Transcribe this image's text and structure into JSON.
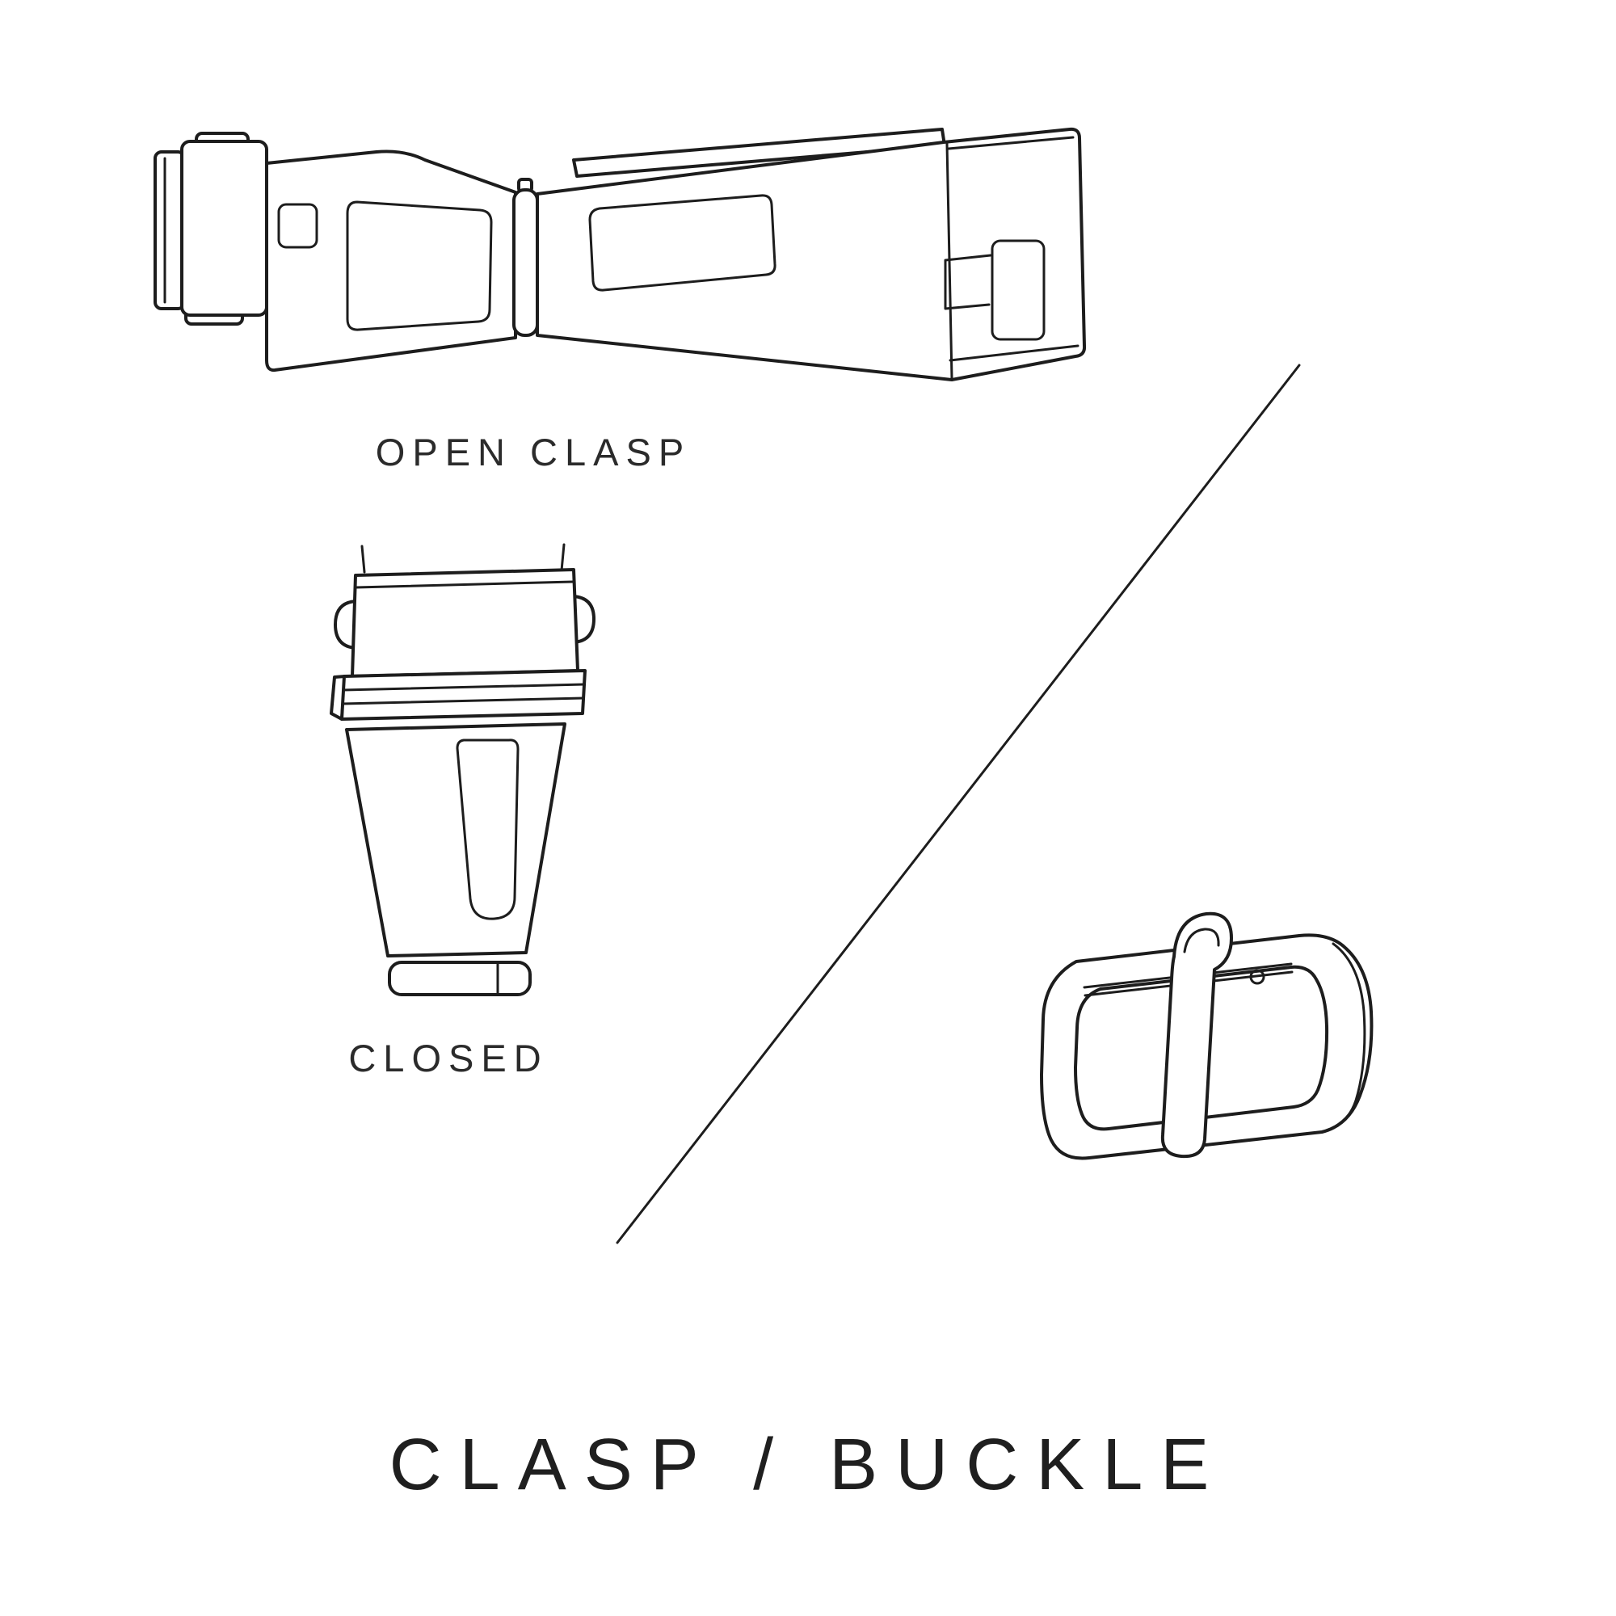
{
  "colors": {
    "background": "#ffffff",
    "line": "#1d1d1d",
    "text": "#2b2b2b",
    "title_text": "#1f1f1f"
  },
  "labels": {
    "open_clasp": "OPEN CLASP",
    "closed": "CLOSED",
    "title": "CLASP / BUCKLE"
  },
  "illustrations": [
    {
      "icon": "open-clasp-illustration",
      "caption": "OPEN CLASP"
    },
    {
      "icon": "closed-clasp-illustration",
      "caption": "CLOSED"
    },
    {
      "icon": "tang-buckle-illustration"
    }
  ]
}
